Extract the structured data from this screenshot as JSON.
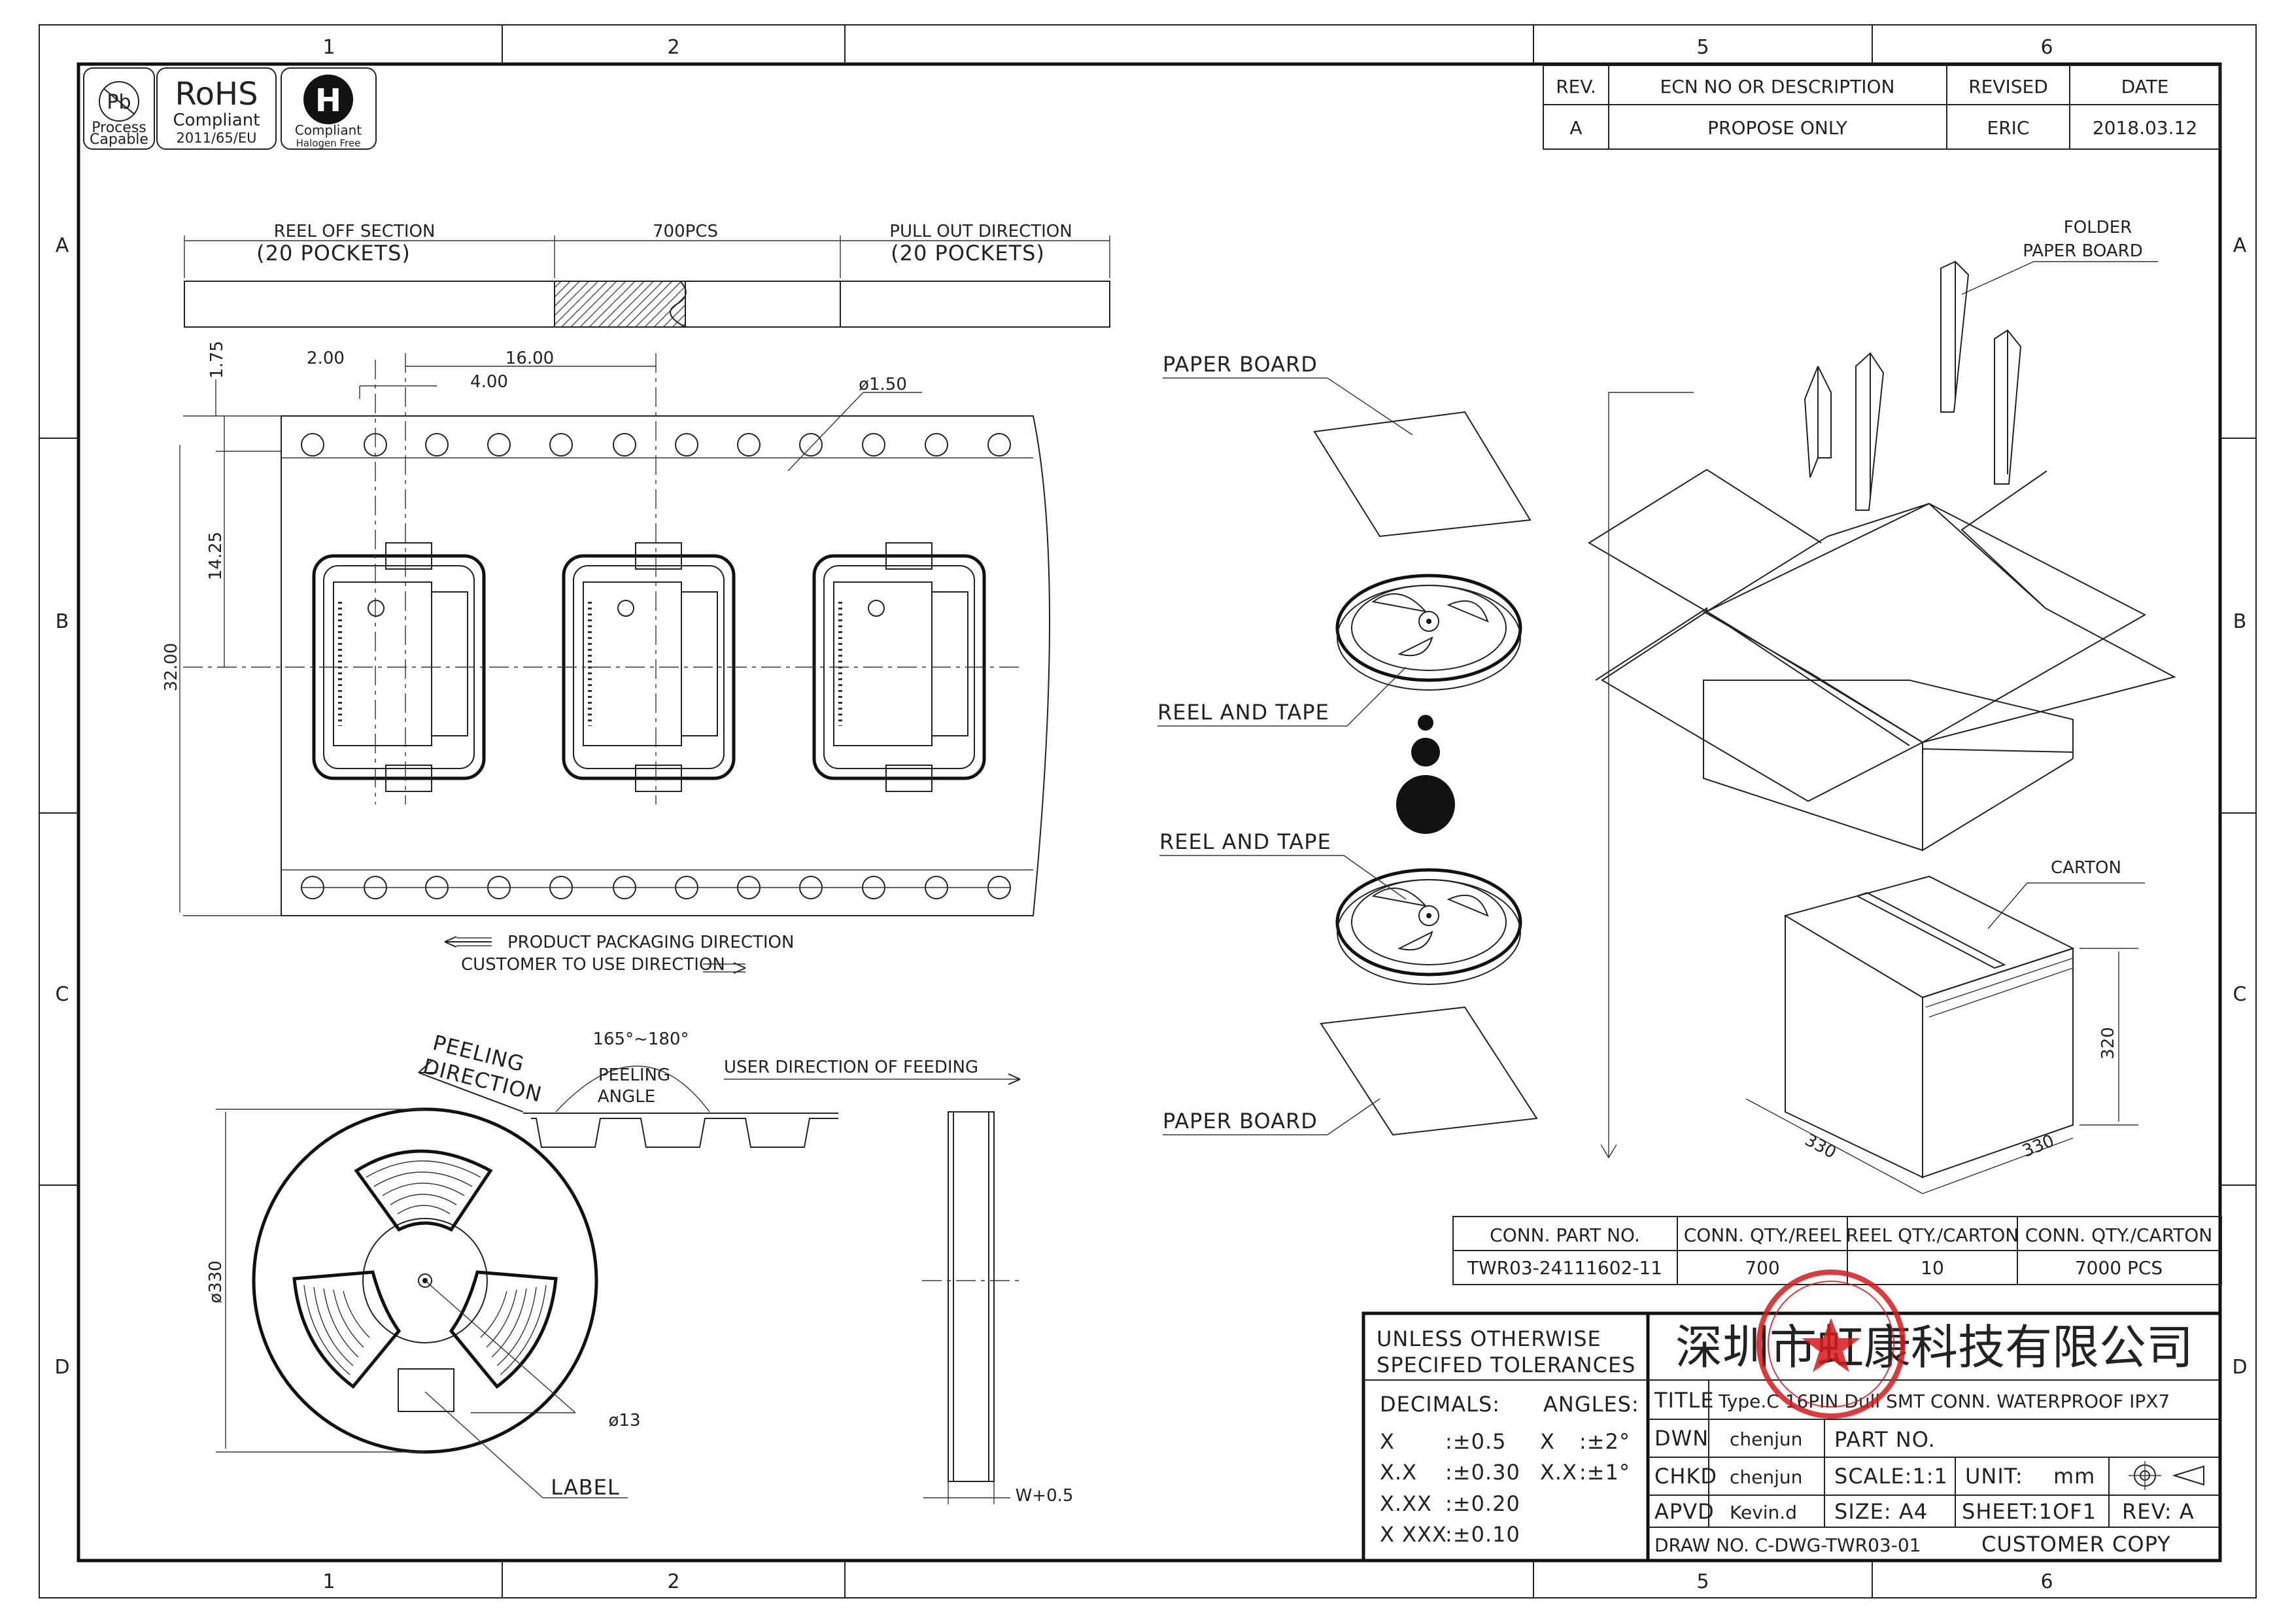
{
  "zones": {
    "cols_top": [
      "1",
      "2",
      "5",
      "6"
    ],
    "cols_bottom": [
      "1",
      "2",
      "5",
      "6"
    ],
    "rows": [
      "A",
      "B",
      "C",
      "D"
    ]
  },
  "badges": {
    "pb_line1": "Process",
    "pb_line2": "Capable",
    "rohs_title": "RoHS",
    "rohs_line1": "Compliant",
    "rohs_line2": "2011/65/EU",
    "halogen_line1": "Compliant",
    "halogen_line2": "Halogen Free"
  },
  "revision": {
    "headers": [
      "REV.",
      "ECN NO OR DESCRIPTION",
      "REVISED",
      "DATE"
    ],
    "row": [
      "A",
      "PROPOSE ONLY",
      "ERIC",
      "2018.03.12"
    ]
  },
  "tape_strip": {
    "reel_off": "REEL OFF SECTION",
    "reel_off_pockets": "(20 POCKETS)",
    "qty": "700PCS",
    "pull_out": "PULL OUT DIRECTION",
    "pull_out_pockets": "(20 POCKETS)"
  },
  "tape_dims": {
    "d1": "2.00",
    "d2": "16.00",
    "d3": "4.00",
    "d4": "1.75",
    "d5": "14.25",
    "d6": "32.00",
    "hole": "ø1.50"
  },
  "directions": {
    "product": "PRODUCT PACKAGING DIRECTION",
    "customer": "CUSTOMER TO USE DIRECTION"
  },
  "peeling": {
    "peeling_dir_1": "PEELING",
    "peeling_dir_2": "DIRECTION",
    "angle_range": "165°~180°",
    "angle_label_1": "PEELING",
    "angle_label_2": "ANGLE",
    "feed": "USER DIRECTION OF FEEDING"
  },
  "reel": {
    "dia": "ø330",
    "hub": "ø13",
    "label": "LABEL",
    "width": "W+0.5"
  },
  "packing": {
    "paper_board_top": "PAPER BOARD",
    "reel_tape_1": "REEL AND TAPE",
    "reel_tape_2": "REEL AND TAPE",
    "paper_board_bottom": "PAPER BOARD",
    "folder_1": "FOLDER",
    "folder_2": "PAPER BOARD",
    "carton": "CARTON",
    "carton_h": "320",
    "carton_w": "330",
    "carton_d": "330"
  },
  "qty_table": {
    "headers": [
      "CONN. PART NO.",
      "CONN. QTY./REEL",
      "REEL QTY./CARTON",
      "CONN. QTY./CARTON"
    ],
    "row": [
      "TWR03-24111602-11",
      "700",
      "10",
      "7000 PCS"
    ]
  },
  "title_block": {
    "tol_1": "UNLESS OTHERWISE",
    "tol_2": "SPECIFED TOLERANCES",
    "company": "深圳市虹康科技有限公司",
    "decimals": "DECIMALS:",
    "angles": "ANGLES:",
    "tol_rows": [
      [
        "X",
        ":±0.5",
        "X",
        ":±2°"
      ],
      [
        "X.X",
        ":±0.30",
        "X.X",
        ":±1°"
      ],
      [
        "X.XX",
        ":±0.20",
        "",
        ""
      ],
      [
        "X XXX",
        ":±0.10",
        "",
        ""
      ]
    ],
    "title_label": "TITLE",
    "title_value": "Type.C  16PIN Dull SMT   CONN. WATERPROOF IPX7",
    "dwn_label": "DWN",
    "dwn_value": "chenjun",
    "part_no_label": "PART NO.",
    "chkd_label": "CHKD",
    "chkd_value": "chenjun",
    "scale": "SCALE:1:1",
    "unit_label": "UNIT:",
    "unit_value": "mm",
    "apvd_label": "APVD",
    "apvd_value": "Kevin.d",
    "size": "SIZE: A4",
    "sheet": "SHEET:1OF1",
    "rev": "REV:  A",
    "draw_no": "DRAW  NO. C-DWG-TWR03-01",
    "copy": "CUSTOMER  COPY"
  }
}
